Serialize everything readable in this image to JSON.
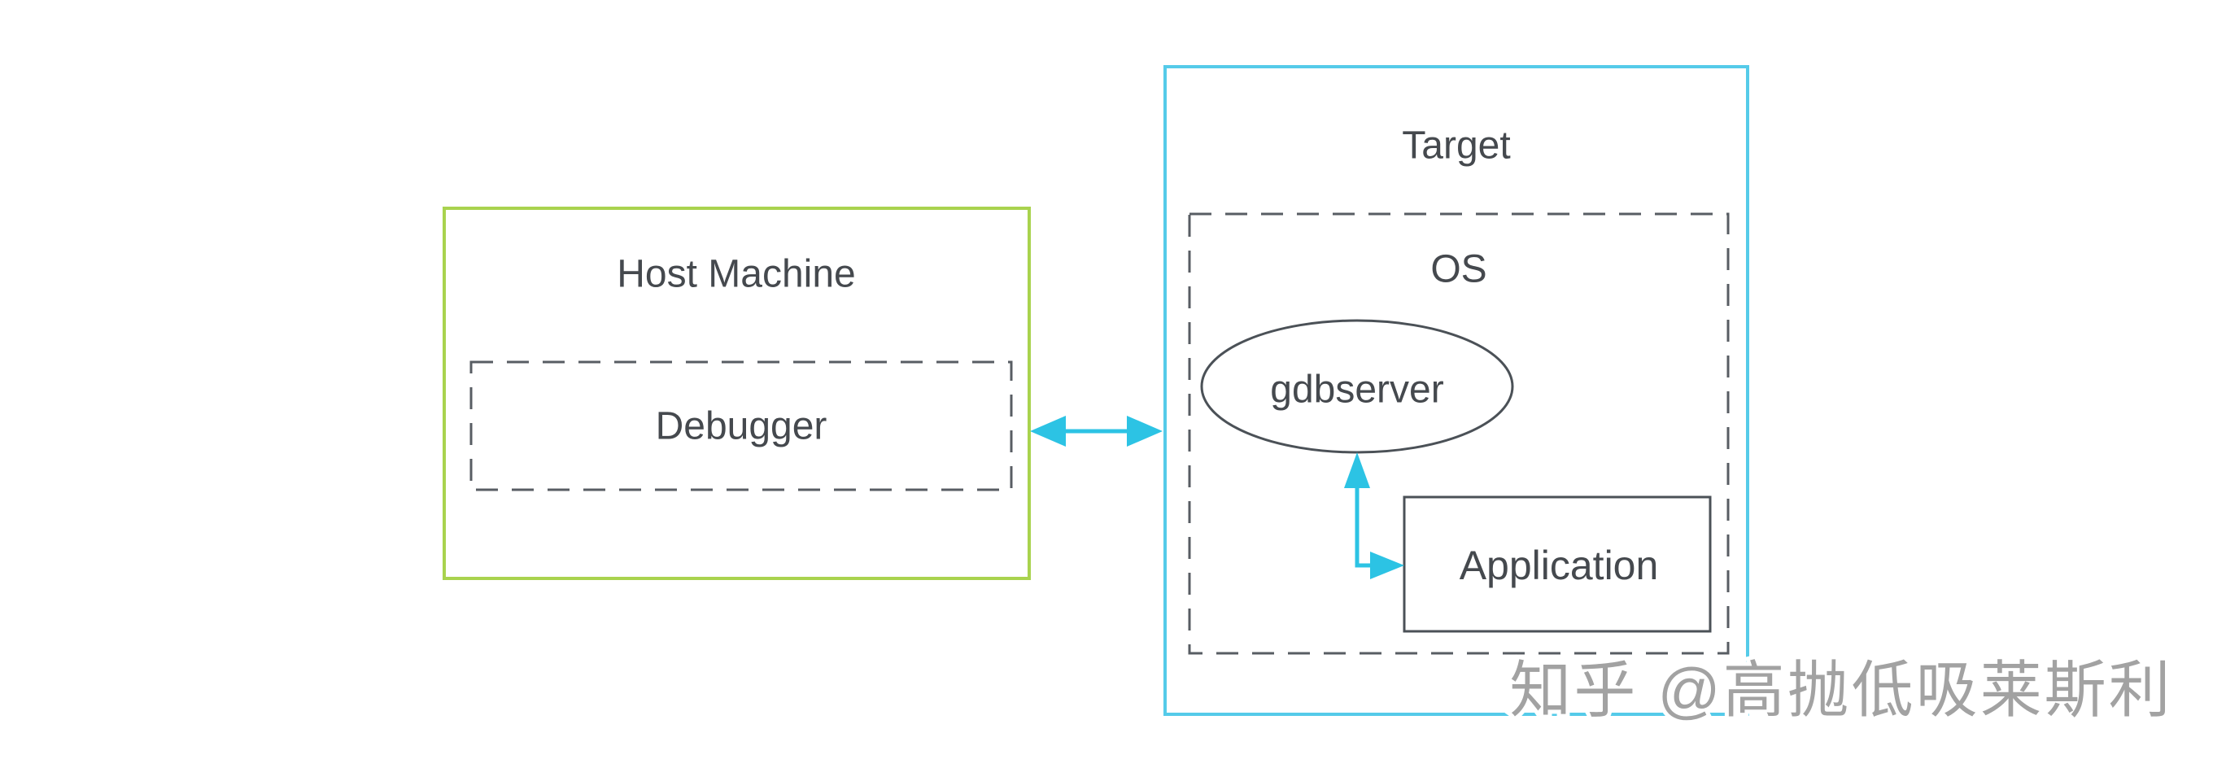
{
  "host": {
    "title": "Host Machine",
    "debugger_label": "Debugger"
  },
  "target": {
    "title": "Target",
    "os_label": "OS",
    "gdbserver_label": "gdbserver",
    "application_label": "Application"
  },
  "watermark": {
    "text": "知乎 @高抛低吸莱斯利"
  },
  "colors": {
    "host_border": "#a9d34e",
    "target_border": "#55cbe9",
    "arrow": "#2cc3e4",
    "dashed_gray": "#585d63",
    "solid_gray": "#4b5157",
    "label_text": "#45494e",
    "watermark_gray": "#a2a2a2",
    "background": "#ffffff"
  }
}
